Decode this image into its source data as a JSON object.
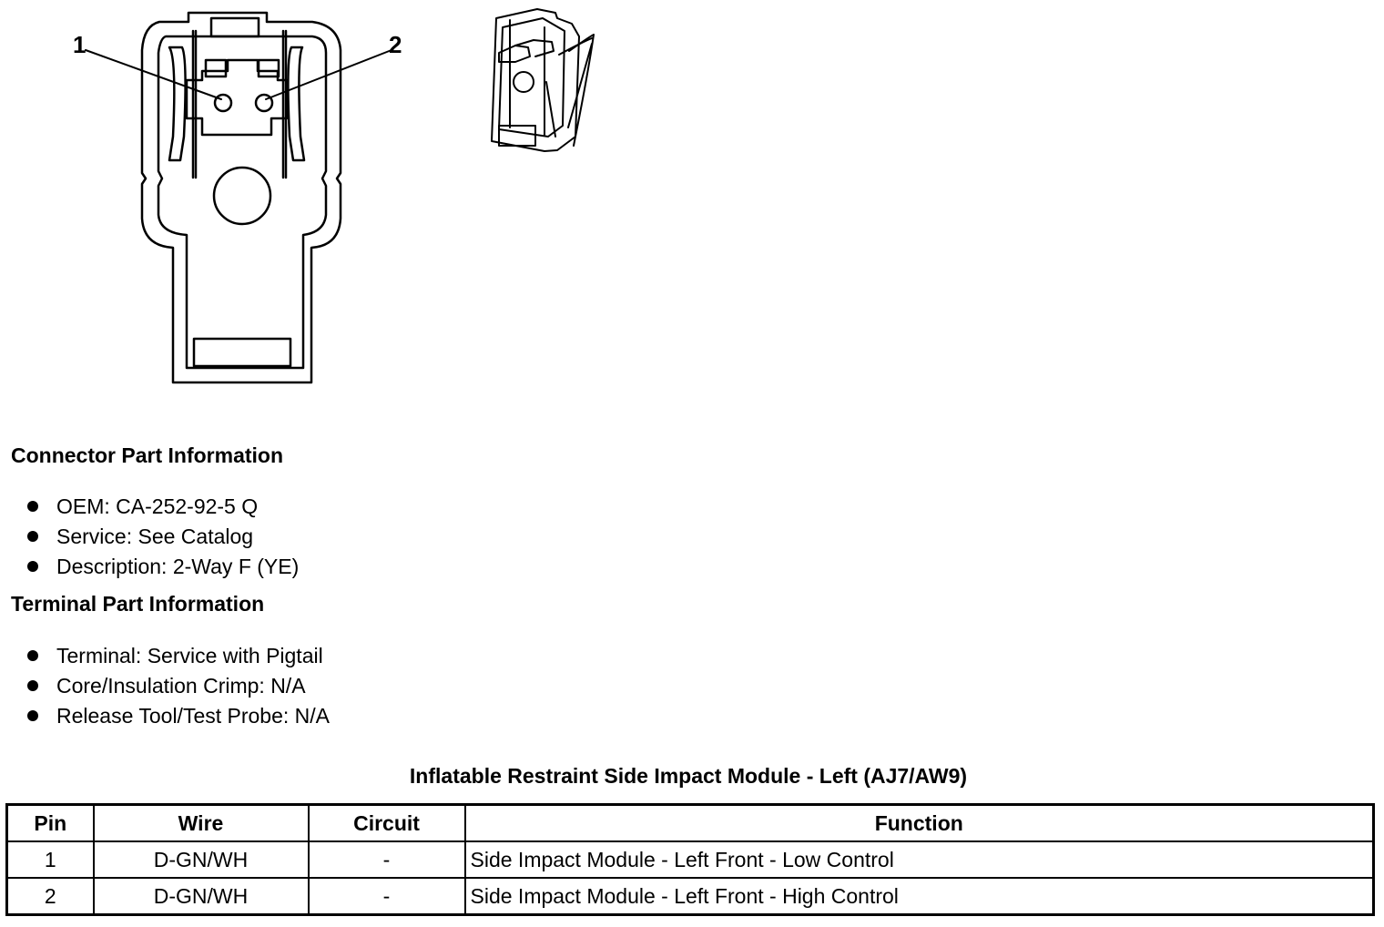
{
  "diagram": {
    "callouts": [
      "1",
      "2"
    ]
  },
  "connector_info": {
    "heading": "Connector Part Information",
    "items": [
      "OEM: CA-252-92-5 Q",
      "Service: See Catalog",
      "Description: 2-Way F (YE)"
    ]
  },
  "terminal_info": {
    "heading": "Terminal Part Information",
    "items": [
      "Terminal: Service with Pigtail",
      "Core/Insulation Crimp: N/A",
      "Release Tool/Test Probe: N/A"
    ]
  },
  "pinout": {
    "title": "Inflatable Restraint Side Impact Module - Left (AJ7/AW9)",
    "headers": [
      "Pin",
      "Wire",
      "Circuit",
      "Function"
    ],
    "rows": [
      [
        "1",
        "D-GN/WH",
        "-",
        "Side Impact Module - Left Front - Low Control"
      ],
      [
        "2",
        "D-GN/WH",
        "-",
        "Side Impact Module - Left Front - High Control"
      ]
    ]
  }
}
